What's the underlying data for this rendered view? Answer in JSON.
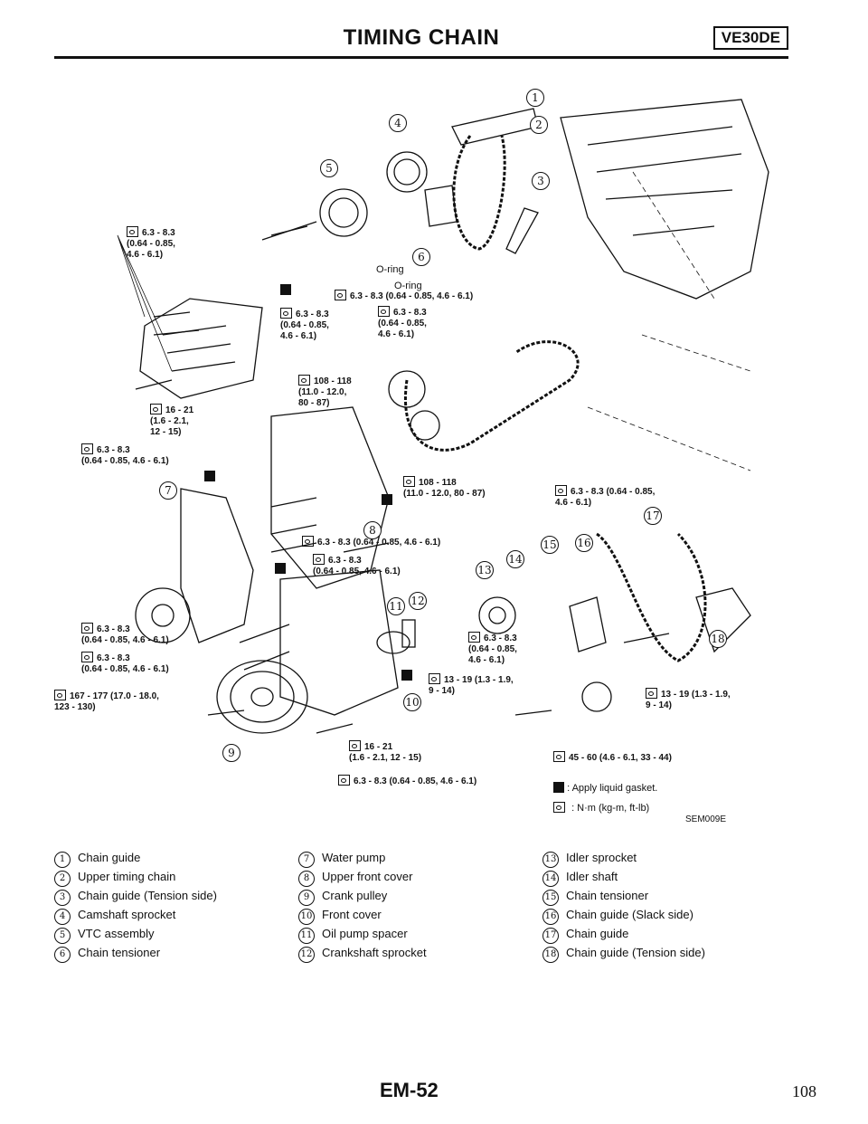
{
  "header": {
    "title": "TIMING CHAIN",
    "engine": "VE30DE"
  },
  "diagram": {
    "image_code": "SEM009E",
    "oring_label": "O-ring",
    "legend": {
      "gasket": ": Apply liquid gasket.",
      "torque": ": N·m (kg-m, ft-lb)"
    },
    "callouts": [
      "1",
      "2",
      "3",
      "4",
      "5",
      "6",
      "7",
      "8",
      "9",
      "10",
      "11",
      "12",
      "13",
      "14",
      "15",
      "16",
      "17",
      "18"
    ],
    "specs": {
      "s1": "6.3 - 8.3\n(0.64 - 0.85,\n4.6 - 6.1)",
      "s2": "6.3 - 8.3 (0.64 - 0.85, 4.6 - 6.1)",
      "s3": "6.3 - 8.3\n(0.64 - 0.85,\n4.6 - 6.1)",
      "s4": "6.3 - 8.3\n(0.64 - 0.85,\n4.6 - 6.1)",
      "s5": "108 - 118\n(11.0 - 12.0,\n80 - 87)",
      "s6": "16 - 21\n(1.6 - 2.1,\n12 - 15)",
      "s7": "6.3 - 8.3\n(0.64 - 0.85, 4.6 - 6.1)",
      "s8": "108 - 118\n(11.0 - 12.0, 80 - 87)",
      "s9": "6.3 - 8.3 (0.64 - 0.85,\n4.6 - 6.1)",
      "s10": "6.3 - 8.3 (0.64 - 0.85, 4.6 - 6.1)",
      "s11": "6.3 - 8.3\n(0.64 - 0.85, 4.6 - 6.1)",
      "s12": "6.3 - 8.3\n(0.64 - 0.85, 4.6 - 6.1)",
      "s13": "6.3 - 8.3\n(0.64 - 0.85, 4.6 - 6.1)",
      "s14": "6.3 - 8.3\n(0.64 - 0.85,\n4.6 - 6.1)",
      "s15": "167 - 177 (17.0 - 18.0,\n123 - 130)",
      "s16": "13 - 19 (1.3 - 1.9,\n9 - 14)",
      "s17": "13 - 19 (1.3 - 1.9,\n9 - 14)",
      "s18": "16 - 21\n(1.6 - 2.1, 12 - 15)",
      "s19": "45 - 60 (4.6 - 6.1, 33 - 44)",
      "s20": "6.3 - 8.3 (0.64 - 0.85, 4.6 - 6.1)"
    }
  },
  "parts": [
    {
      "n": "1",
      "label": "Chain guide"
    },
    {
      "n": "2",
      "label": "Upper timing chain"
    },
    {
      "n": "3",
      "label": "Chain guide (Tension side)"
    },
    {
      "n": "4",
      "label": "Camshaft sprocket"
    },
    {
      "n": "5",
      "label": "VTC assembly"
    },
    {
      "n": "6",
      "label": "Chain tensioner"
    },
    {
      "n": "7",
      "label": "Water pump"
    },
    {
      "n": "8",
      "label": "Upper front cover"
    },
    {
      "n": "9",
      "label": "Crank pulley"
    },
    {
      "n": "10",
      "label": "Front cover"
    },
    {
      "n": "11",
      "label": "Oil pump spacer"
    },
    {
      "n": "12",
      "label": "Crankshaft sprocket"
    },
    {
      "n": "13",
      "label": "Idler sprocket"
    },
    {
      "n": "14",
      "label": "Idler shaft"
    },
    {
      "n": "15",
      "label": "Chain tensioner"
    },
    {
      "n": "16",
      "label": "Chain guide (Slack side)"
    },
    {
      "n": "17",
      "label": "Chain guide"
    },
    {
      "n": "18",
      "label": "Chain guide (Tension side)"
    }
  ],
  "footer": {
    "page_code": "EM-52",
    "page_number": "108"
  }
}
